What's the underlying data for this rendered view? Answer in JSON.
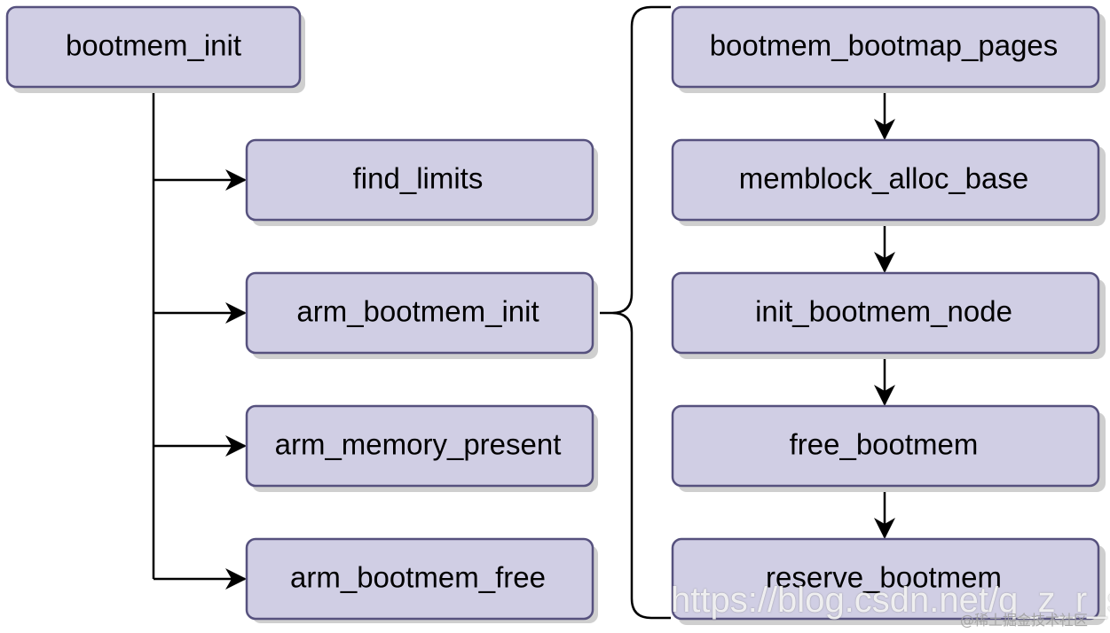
{
  "diagram": {
    "nodes": {
      "bootmem_init": "bootmem_init",
      "find_limits": "find_limits",
      "arm_bootmem_init": "arm_bootmem_init",
      "arm_memory_present": "arm_memory_present",
      "arm_bootmem_free": "arm_bootmem_free",
      "bootmem_bootmap_pages": "bootmem_bootmap_pages",
      "memblock_alloc_base": "memblock_alloc_base",
      "init_bootmem_node": "init_bootmem_node",
      "free_bootmem": "free_bootmem",
      "reserve_bootmem": "reserve_bootmem"
    },
    "edges": [
      {
        "from": "bootmem_init",
        "to": "find_limits"
      },
      {
        "from": "bootmem_init",
        "to": "arm_bootmem_init"
      },
      {
        "from": "bootmem_init",
        "to": "arm_memory_present"
      },
      {
        "from": "bootmem_init",
        "to": "arm_bootmem_free"
      },
      {
        "from": "bootmem_bootmap_pages",
        "to": "memblock_alloc_base"
      },
      {
        "from": "memblock_alloc_base",
        "to": "init_bootmem_node"
      },
      {
        "from": "init_bootmem_node",
        "to": "free_bootmem"
      },
      {
        "from": "free_bootmem",
        "to": "reserve_bootmem"
      }
    ],
    "brace": {
      "from": "arm_bootmem_init",
      "groups": [
        "bootmem_bootmap_pages",
        "memblock_alloc_base",
        "init_bootmem_node",
        "free_bootmem",
        "reserve_bootmem"
      ]
    }
  },
  "watermark": {
    "url": "https://blog.csdn.net/q_z_r_s",
    "community": "@稀土掘金技术社区"
  },
  "colors": {
    "box_fill": "#d0cee4",
    "box_stroke": "#56517e",
    "line": "#000000"
  }
}
